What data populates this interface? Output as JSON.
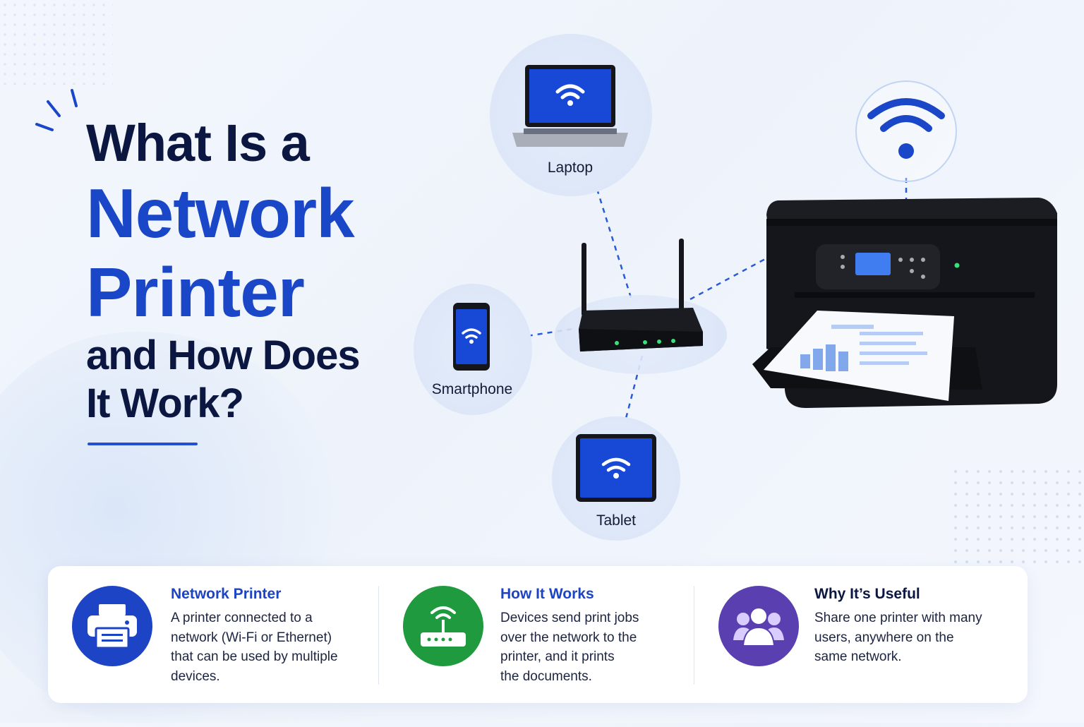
{
  "title": {
    "line1": "What Is a",
    "line2": "Network",
    "line3": "Printer",
    "line4": "and How Does",
    "line5": "It Work?"
  },
  "devices": {
    "laptop": "Laptop",
    "smartphone": "Smartphone",
    "tablet": "Tablet"
  },
  "cards": [
    {
      "title": "Network Printer",
      "body": "A printer connected to a\nnetwork (Wi-Fi or Ethernet)\nthat can be used by multiple\ndevices.",
      "icon": "printer-icon",
      "color": "#1c44c4",
      "title_color": "#1c44c4"
    },
    {
      "title": "How It Works",
      "body": "Devices send print jobs\nover the network to the\nprinter, and it prints\nthe documents.",
      "icon": "router-icon",
      "color": "#1f9a3e",
      "title_color": "#1c44c4"
    },
    {
      "title": "Why It’s Useful",
      "body": "Share one printer with many\nusers, anywhere on the\nsame network.",
      "icon": "users-icon",
      "color": "#5a3fb0",
      "title_color": "#0b1740"
    }
  ],
  "colors": {
    "accent": "#1a46c8",
    "dark": "#0b1740",
    "screen_blue": "#1749d6"
  }
}
